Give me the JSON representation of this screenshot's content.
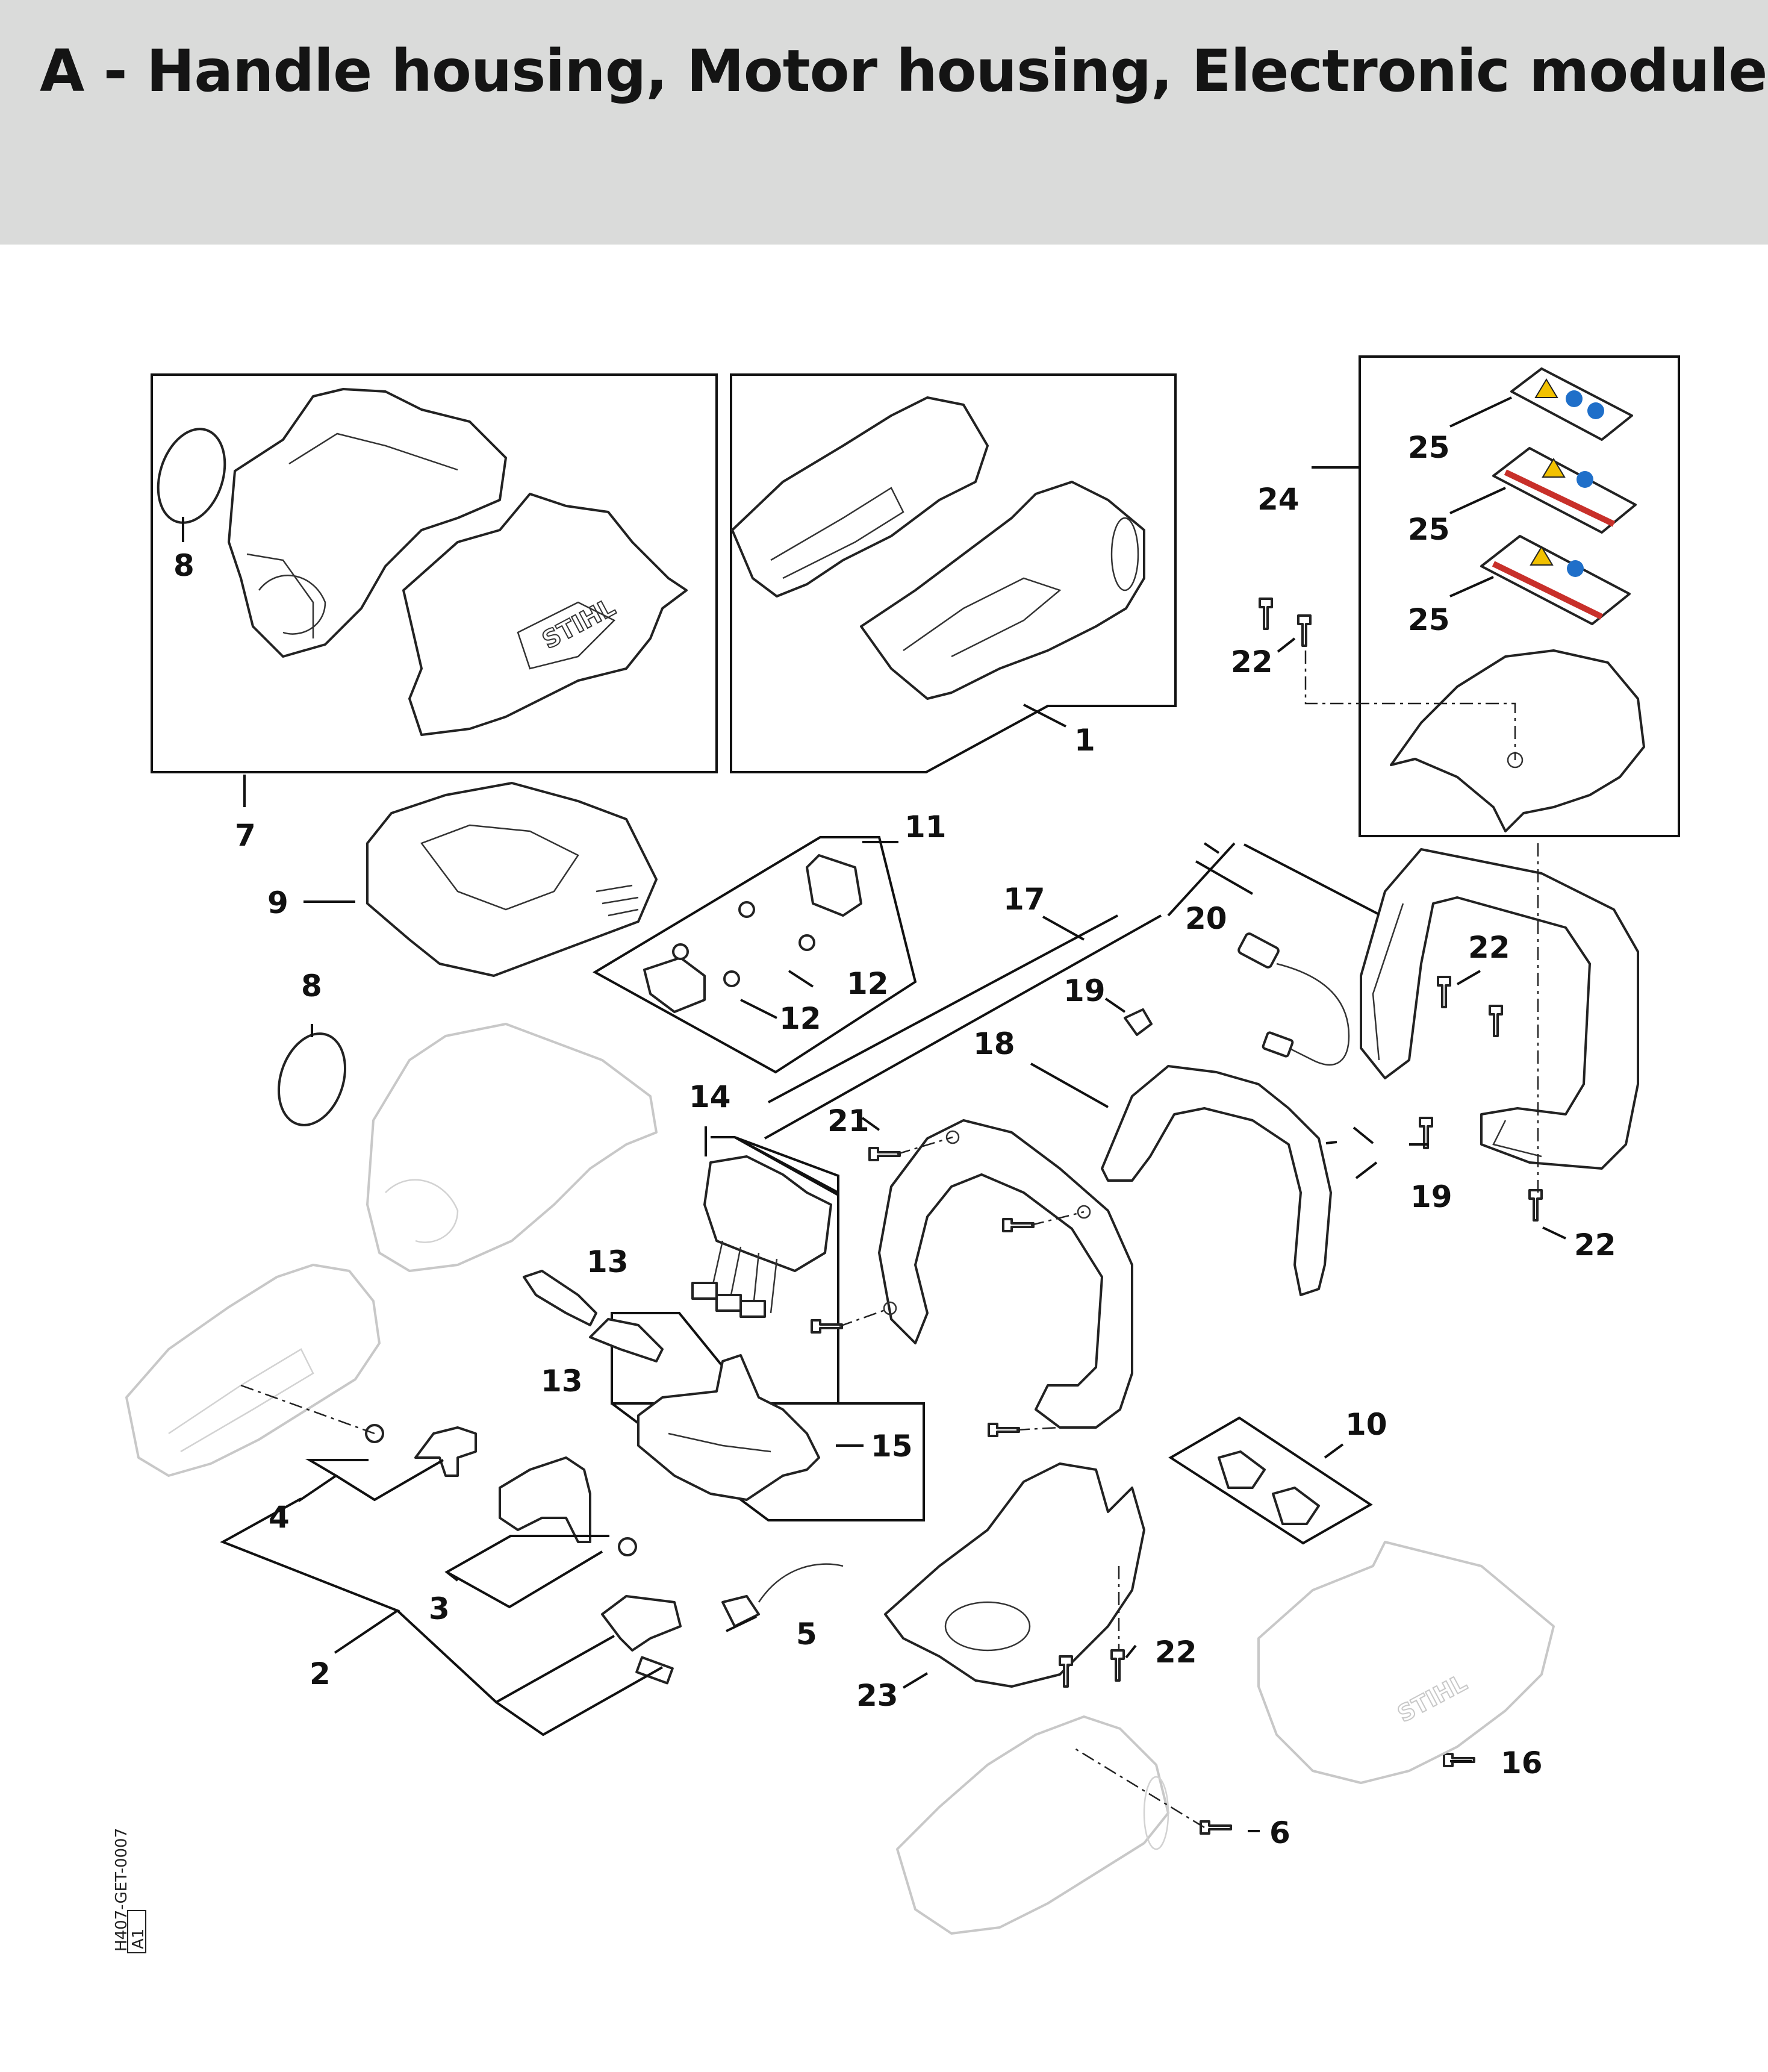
{
  "page_title": "A - Handle housing, Motor housing, Electronic module",
  "drawing_number": "H407-GET-0007",
  "drawing_revision": "A1",
  "brand_logo_text": "STIHL",
  "callouts": {
    "c1": "1",
    "c2": "2",
    "c3": "3",
    "c4": "4",
    "c5": "5",
    "c6": "6",
    "c7": "7",
    "c8a": "8",
    "c8b": "8",
    "c9": "9",
    "c10": "10",
    "c11": "11",
    "c12a": "12",
    "c12b": "12",
    "c13a": "13",
    "c13b": "13",
    "c14": "14",
    "c15": "15",
    "c16": "16",
    "c17": "17",
    "c18": "18",
    "c19a": "19",
    "c19b": "19",
    "c20": "20",
    "c21": "21",
    "c22a": "22",
    "c22b": "22",
    "c22c": "22",
    "c22d": "22",
    "c23": "23",
    "c24": "24",
    "c25a": "25",
    "c25b": "25",
    "c25c": "25"
  },
  "icons": {
    "warning": "warning-triangle-icon",
    "ppe": "protective-equipment-icon"
  },
  "colors": {
    "header_bg": "#dadbda",
    "label_yellow": "#f2c100",
    "label_blue": "#1f6fc9",
    "label_red": "#c8302a"
  }
}
